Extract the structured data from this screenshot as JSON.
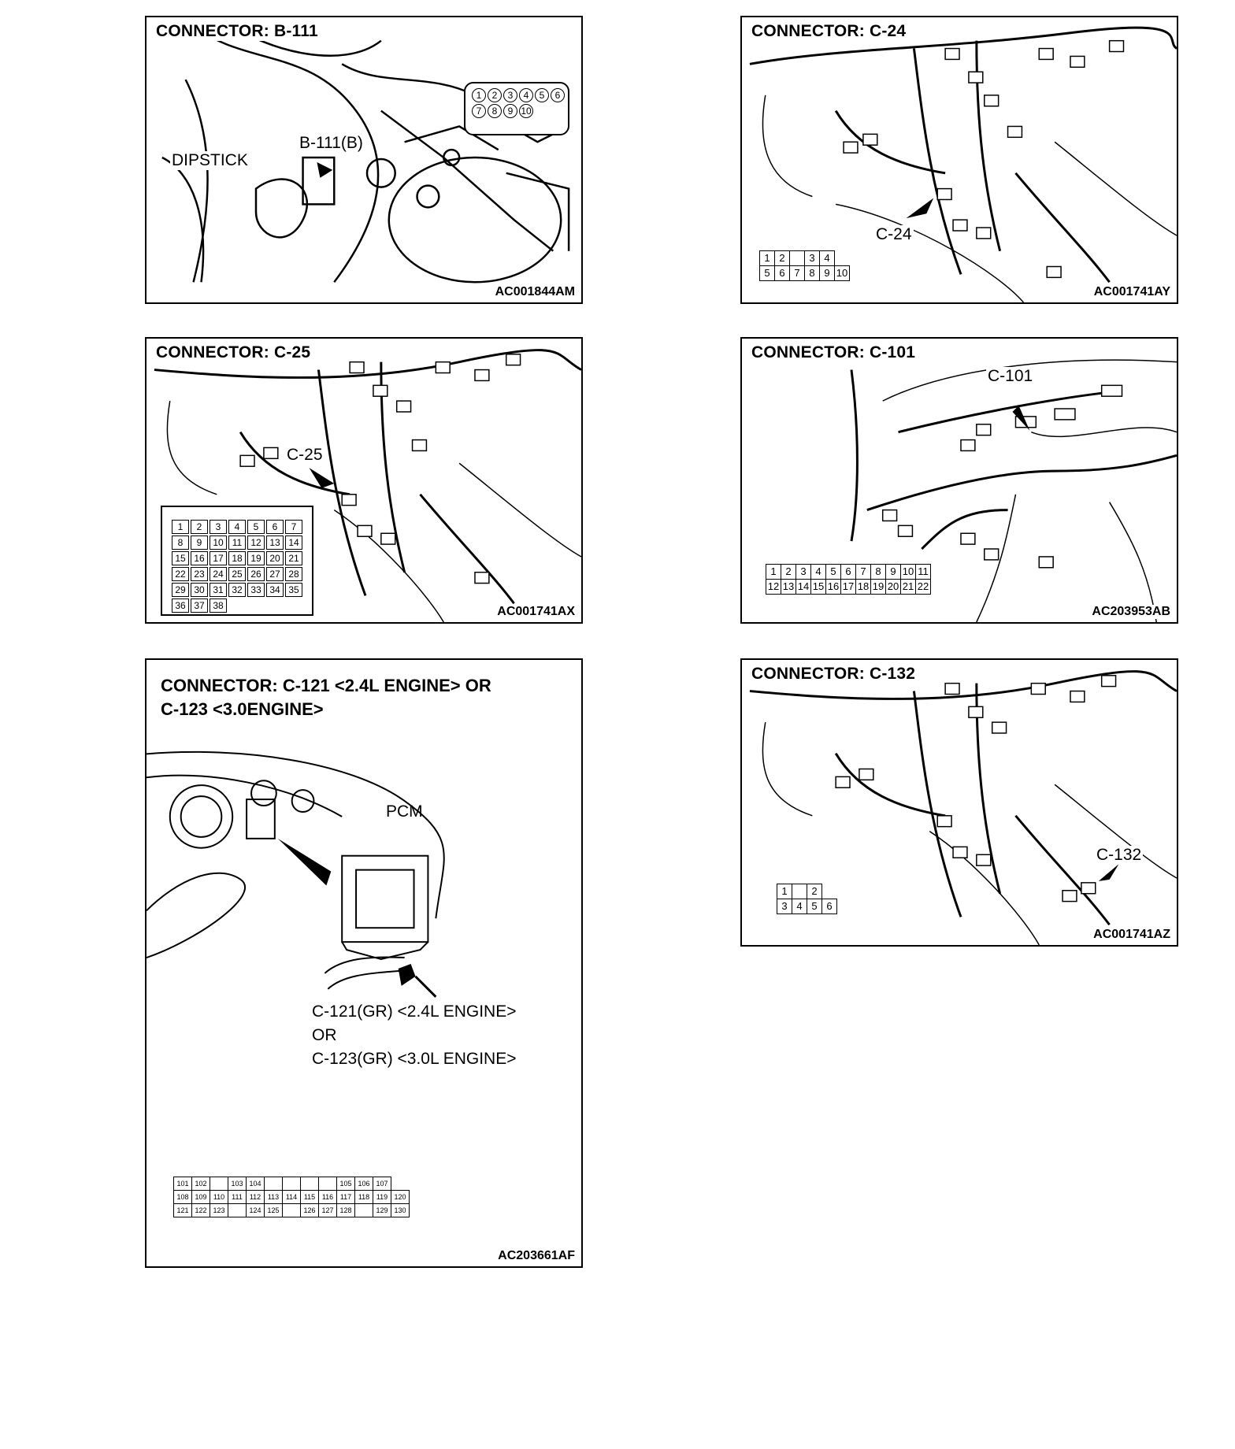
{
  "panels": {
    "b111": {
      "title": "CONNECTOR: B-111",
      "connector_label": "B-111(B)",
      "dipstick_label": "DIPSTICK",
      "code": "AC001844AM",
      "pins": [
        "1",
        "2",
        "3",
        "4",
        "5",
        "6",
        "7",
        "8",
        "9",
        "10"
      ]
    },
    "c24": {
      "title": "CONNECTOR: C-24",
      "connector_label": "C-24",
      "code": "AC001741AY",
      "pins_row1": [
        "1",
        "2",
        "",
        "3",
        "4"
      ],
      "pins_row2": [
        "5",
        "6",
        "7",
        "8",
        "9",
        "10"
      ]
    },
    "c25": {
      "title": "CONNECTOR: C-25",
      "connector_label": "C-25",
      "code": "AC001741AX",
      "pins": [
        "1",
        "2",
        "3",
        "4",
        "5",
        "6",
        "7",
        "8",
        "9",
        "10",
        "11",
        "12",
        "13",
        "14",
        "15",
        "16",
        "17",
        "18",
        "19",
        "20",
        "21",
        "22",
        "23",
        "24",
        "25",
        "26",
        "27",
        "28",
        "29",
        "30",
        "31",
        "32",
        "33",
        "34",
        "35",
        "36",
        "37",
        "38"
      ]
    },
    "c101": {
      "title": "CONNECTOR: C-101",
      "connector_label": "C-101",
      "code": "AC203953AB",
      "pins_row1": [
        "1",
        "2",
        "3",
        "4",
        "5",
        "6",
        "7",
        "8",
        "9",
        "10",
        "11"
      ],
      "pins_row2": [
        "12",
        "13",
        "14",
        "15",
        "16",
        "17",
        "18",
        "19",
        "20",
        "21",
        "22"
      ]
    },
    "c121": {
      "title_line1": "CONNECTOR: C-121 <2.4L ENGINE> OR",
      "title_line2": "C-123 <3.0ENGINE>",
      "pcm_label": "PCM",
      "callout_line1": "C-121(GR) <2.4L ENGINE>",
      "callout_line2": "OR",
      "callout_line3": "C-123(GR) <3.0L ENGINE>",
      "code": "AC203661AF",
      "pins_row1": [
        "101",
        "102",
        "",
        "103",
        "104",
        "",
        "",
        "",
        "",
        "105",
        "106",
        "107"
      ],
      "pins_row2": [
        "108",
        "109",
        "110",
        "111",
        "112",
        "113",
        "114",
        "115",
        "116",
        "117",
        "118",
        "119",
        "120"
      ],
      "pins_row3": [
        "121",
        "122",
        "123",
        "",
        "124",
        "125",
        "",
        "126",
        "127",
        "128",
        "",
        "129",
        "130"
      ]
    },
    "c132": {
      "title": "CONNECTOR: C-132",
      "connector_label": "C-132",
      "code": "AC001741AZ",
      "pins_row1": [
        "1",
        "",
        "2"
      ],
      "pins_row2": [
        "3",
        "4",
        "5",
        "6"
      ]
    }
  }
}
